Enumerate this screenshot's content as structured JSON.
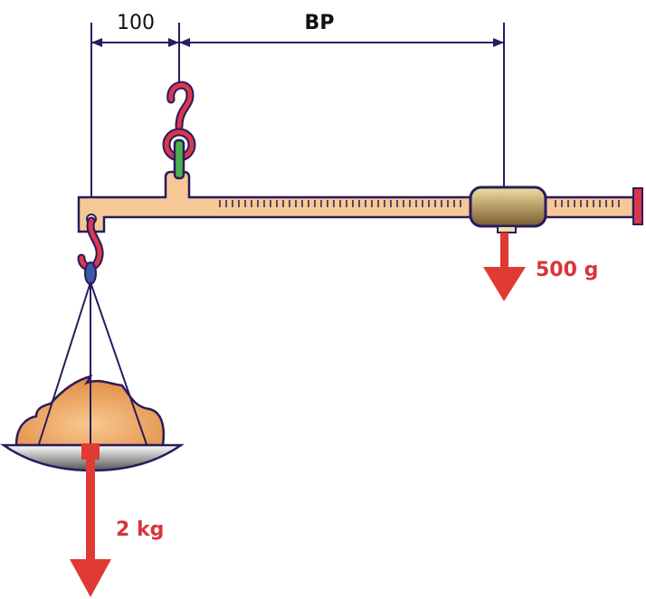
{
  "dimensions": {
    "short_arm": "100",
    "long_arm": "BP"
  },
  "forces": {
    "counterweight": "500 g",
    "load": "2 kg"
  },
  "colors": {
    "outline": "#2a1a5e",
    "beam": "#f5c896",
    "hook": "#d8384a",
    "force": "#e03a35",
    "link": "#4caf50",
    "weight": "#b8a060"
  }
}
